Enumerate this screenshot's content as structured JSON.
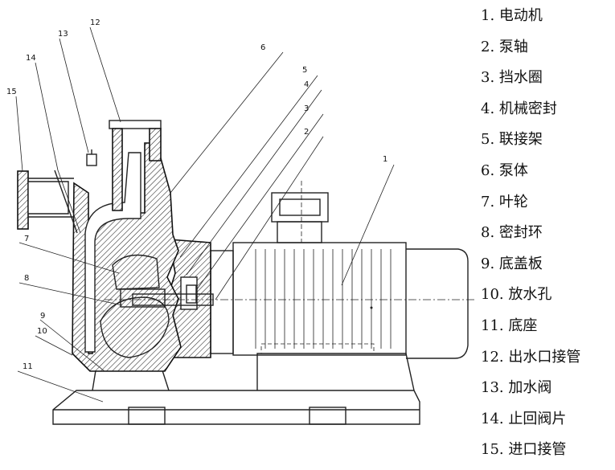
{
  "legend": [
    "1. 电动机",
    "2. 泵轴",
    "3. 挡水圈",
    "4. 机械密封",
    "5. 联接架",
    "6. 泵体",
    "7. 叶轮",
    "8. 密封环",
    "9. 底盖板",
    "10. 放水孔",
    "11. 底座",
    "12. 出水口接管",
    "13. 加水阀",
    "14. 止回阀片",
    "15. 进口接管"
  ],
  "callouts": [
    "1",
    "2",
    "3",
    "4",
    "5",
    "6",
    "7",
    "8",
    "9",
    "10",
    "11",
    "12",
    "13",
    "14",
    "15"
  ]
}
